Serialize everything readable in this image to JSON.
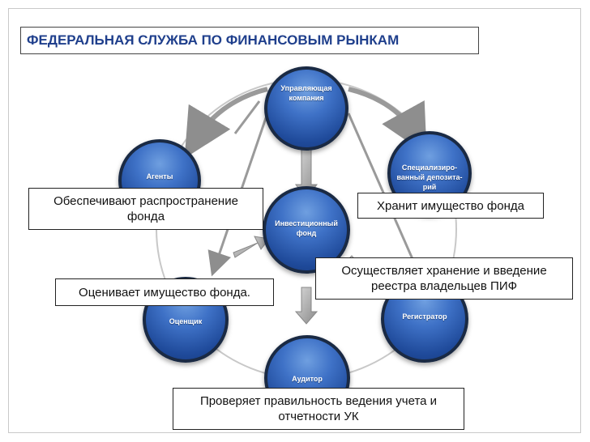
{
  "title": "ФЕДЕРАЛЬНАЯ СЛУЖБА ПО ФИНАНСОВЫМ РЫНКАМ",
  "nodes": {
    "management": "Управляющая\nкомпания",
    "depository": "Специализиро-\nванный депозита-\nрий",
    "agents": "Агенты",
    "fund": "Инвестиционный\nфонд",
    "appraiser": "Оценщик",
    "registrar": "Регистратор",
    "auditor": "Аудитор"
  },
  "callouts": {
    "agents": "Обеспечивают распространение фонда",
    "depository": "Хранит имущество фонда",
    "registrar": "Осуществляет хранение и введение реестра владельцев ПИФ",
    "appraiser": "Оценивает имущество фонда.",
    "auditor": "Проверяет правильность ведения учета и отчетности УК"
  }
}
